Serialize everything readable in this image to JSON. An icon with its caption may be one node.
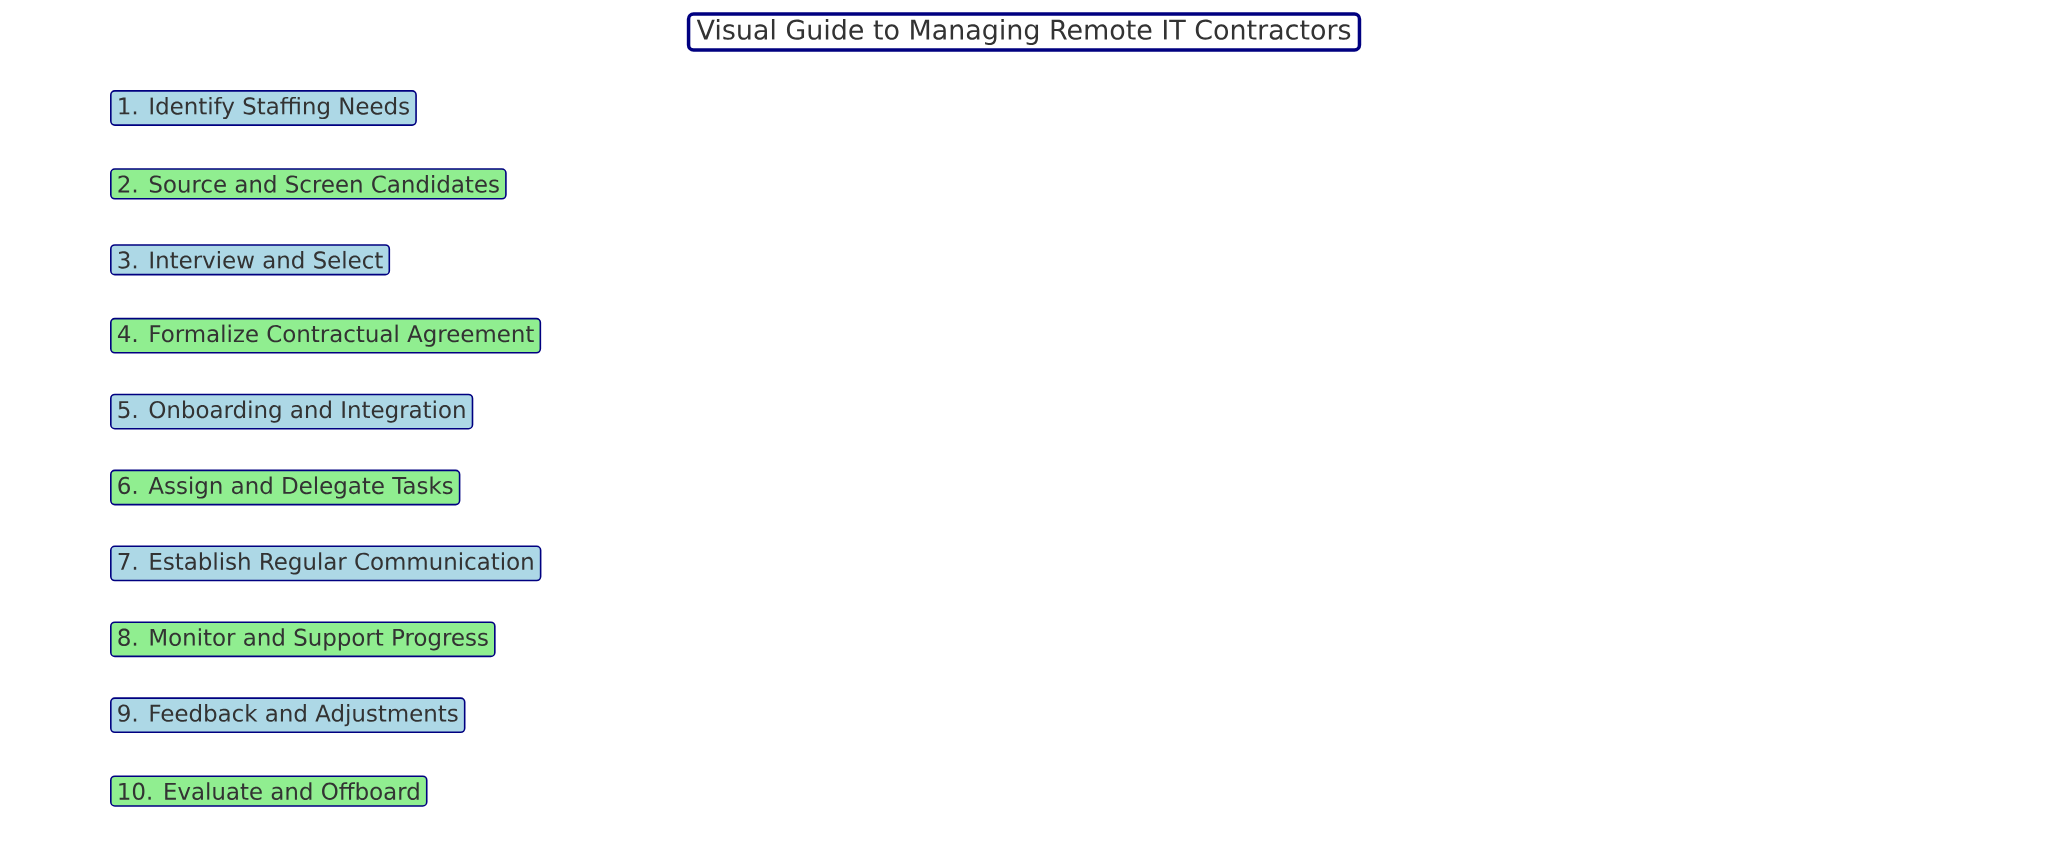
{
  "diagram": {
    "title": "Visual Guide to Managing Remote IT Contractors",
    "nodes": [
      {
        "text": [
          "1. Identify Staffing Needs"
        ]
      },
      {
        "text": [
          "2. Source and Screen Candidates"
        ]
      },
      {
        "text": [
          "3. Interview and Select"
        ]
      },
      {
        "text": [
          "4. Formalize Contractual Agreement"
        ]
      },
      {
        "text": [
          "5. Onboarding and Integration"
        ]
      },
      {
        "text": [
          "6. Assign and Delegate Tasks"
        ]
      },
      {
        "text": [
          "7. Establish Regular Communication"
        ]
      },
      {
        "text": [
          "8. Monitor and Support Progress"
        ]
      },
      {
        "text": [
          "9. Feedback and Adjustments"
        ]
      },
      {
        "text": [
          "10. Evaluate and Offboard"
        ]
      }
    ]
  }
}
